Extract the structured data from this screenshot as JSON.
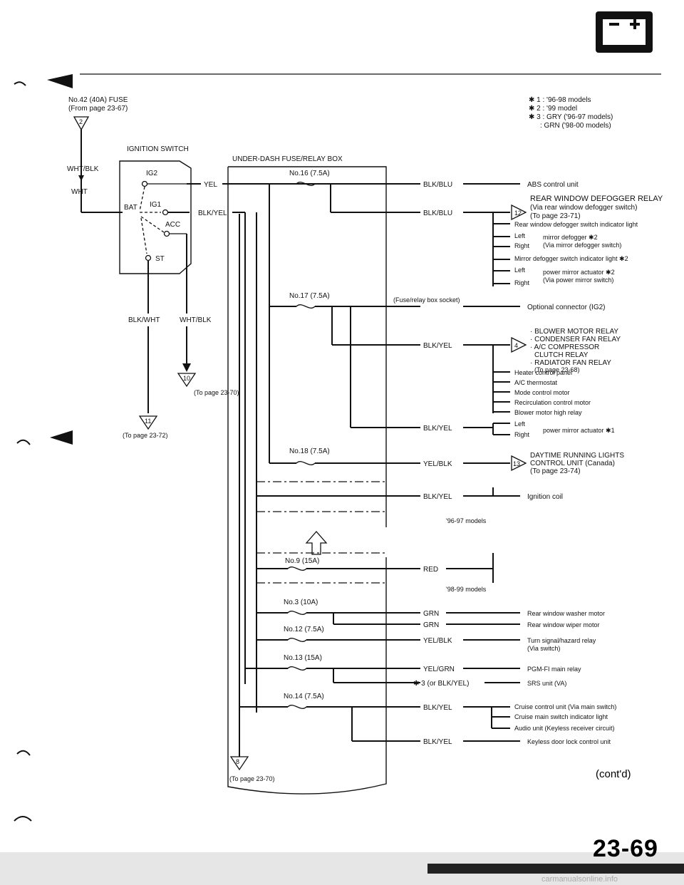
{
  "header": {
    "fuse_ref": "No.42 (40A) FUSE",
    "fuse_page": "(From page 23-67)",
    "notes": [
      "✱ 1 : '96-98 models",
      "✱ 2 : '99 model",
      "✱ 3 : GRY ('96-97 models)",
      ": GRN ('98-00 models)"
    ]
  },
  "ignition": {
    "title": "IGNITION SWITCH",
    "connector_top": "2",
    "wire_top": "WHT/BLK",
    "wire_top2": "WHT",
    "bat": "BAT",
    "ig2": "IG2",
    "ig1": "IG1",
    "acc": "ACC",
    "st": "ST",
    "out_yel": "YEL",
    "out_blkyel": "BLK/YEL",
    "out_blkwht": "BLK/WHT",
    "out_whtblk": "WHT/BLK",
    "conn_10": "10",
    "conn_11": "11",
    "to_2370": "(To page 23-70)",
    "to_2372": "(To page 23-72)"
  },
  "fusebox": {
    "title": "UNDER-DASH FUSE/RELAY BOX",
    "fuses": {
      "f16": "No.16 (7.5A)",
      "f17": "No.17 (7.5A)",
      "f18": "No.18 (7.5A)",
      "f9": "No.9 (15A)",
      "f3": "No.3 (10A)",
      "f12": "No.12 (7.5A)",
      "f13": "No.13 (15A)",
      "f14": "No.14 (7.5A)"
    },
    "socket": "(Fuse/relay box socket)",
    "models_9697": "'96-97 models",
    "models_9899": "'98-99 models",
    "conn_8": "8",
    "to_2370": "(To page 23-70)"
  },
  "wires": {
    "w1": "BLK/BLU",
    "w2": "BLK/BLU",
    "w3": "BLK/YEL",
    "w4": "BLK/YEL",
    "w5": "YEL/BLK",
    "w6": "BLK/YEL",
    "w7": "RED",
    "w8": "GRN",
    "w9": "GRN",
    "w10": "YEL/BLK",
    "w11": "YEL/GRN",
    "w12": "✱ 3 (or BLK/YEL)",
    "w13": "BLK/YEL",
    "w14": "BLK/YEL"
  },
  "loads": {
    "abs": "ABS control unit",
    "rwd_title": "REAR WINDOW DEFOGGER RELAY",
    "rwd_sub": "(Via rear window defogger switch)",
    "rwd_page": "(To page 23-71)",
    "rwd_conn": "12",
    "rwd_ind": "Rear window defogger switch indicator light",
    "left": "Left",
    "right": "Right",
    "mirror_def": "mirror defogger ✱2",
    "mirror_def_sub": "(Via mirror defogger switch)",
    "mirror_ind": "Mirror defogger switch indicator light ✱2",
    "pm_act2": "power mirror actuator ✱2",
    "pm_act2_sub": "(Via power mirror switch)",
    "opt": "Optional connector (IG2)",
    "blower_lines": [
      "· BLOWER MOTOR RELAY",
      "· CONDENSER FAN RELAY",
      "· A/C COMPRESSOR",
      "CLUTCH RELAY",
      "· RADIATOR FAN RELAY",
      "(To page 23-68)"
    ],
    "blower_conn": "4",
    "heater_list": [
      "Heater control panel",
      "A/C thermostat",
      "Mode control motor",
      "Recirculation control motor",
      "Blower motor high relay"
    ],
    "pm_act1": "power mirror actuator ✱1",
    "drl_lines": [
      "DAYTIME RUNNING LIGHTS",
      "CONTROL UNIT (Canada)",
      "(To page 23-74)"
    ],
    "drl_conn": "13",
    "ign_coil": "Ignition coil",
    "washer": "Rear window washer motor",
    "wiper": "Rear window wiper motor",
    "turn": "Turn signal/hazard relay",
    "turn_sub": "(Via switch)",
    "pgm": "PGM-FI main relay",
    "srs": "SRS unit (VA)",
    "cruise_list": [
      "Cruise control unit (Via main switch)",
      "Cruise main switch indicator light",
      "Audio unit (Keyless receiver circuit)"
    ],
    "keyless": "Keyless door lock control unit"
  },
  "footer": {
    "cont": "(cont'd)",
    "page": "23-69",
    "site": "carmanualsonline.info"
  }
}
